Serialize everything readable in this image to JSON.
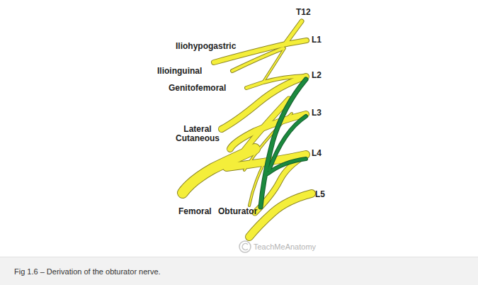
{
  "diagram": {
    "caption": "Fig 1.6 – Derivation of the obturator nerve.",
    "labels": [
      "T12",
      "L1",
      "Iliohypogastric",
      "Ilioinguinal",
      "L2",
      "Genitofemoral",
      "L3",
      "Lateral Cutaneous",
      "L4",
      "L5",
      "Femoral",
      "Obturator",
      "TeachMeAnatomy"
    ]
  }
}
